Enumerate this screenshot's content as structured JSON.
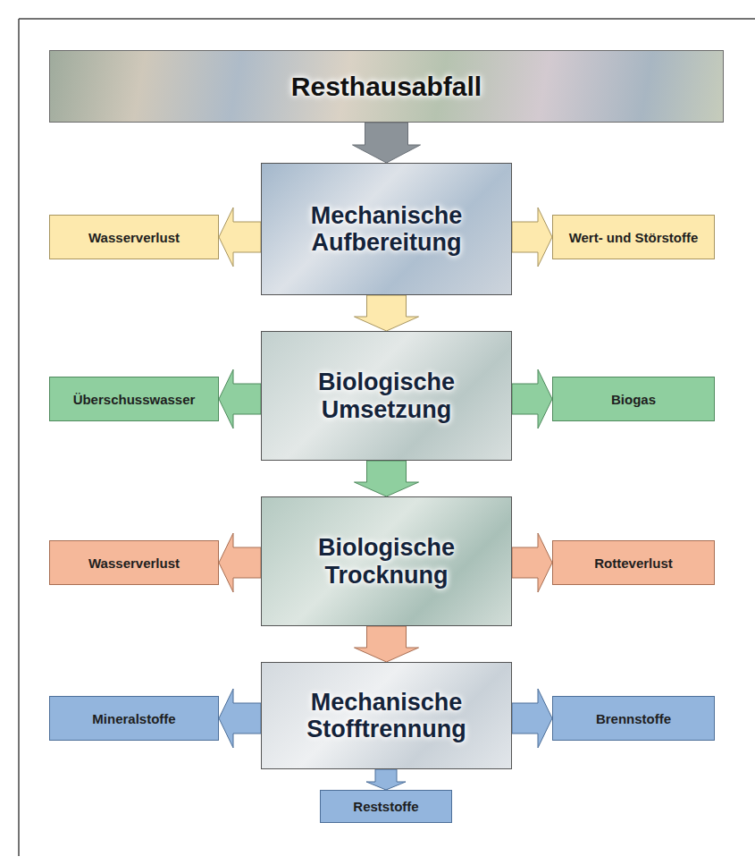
{
  "diagram": {
    "nodes": [
      {
        "text": [
          "Resthausabfall"
        ]
      },
      {
        "text": [
          "Mechanische Aufbereitung"
        ]
      },
      {
        "text": [
          "Wasserverlust"
        ]
      },
      {
        "text": [
          "Wert- und Störstoffe"
        ]
      },
      {
        "text": [
          "Biologische Umsetzung"
        ]
      },
      {
        "text": [
          "Überschusswasser"
        ]
      },
      {
        "text": [
          "Biogas"
        ]
      },
      {
        "text": [
          "Biologische Trocknung"
        ]
      },
      {
        "text": [
          "Wasserverlust"
        ]
      },
      {
        "text": [
          "Rotteverlust"
        ]
      },
      {
        "text": [
          "Mechanische Stofftrennung"
        ]
      },
      {
        "text": [
          "Mineralstoffe"
        ]
      },
      {
        "text": [
          "Brennstoffe"
        ]
      },
      {
        "text": [
          "Reststoffe"
        ]
      }
    ],
    "edges": [
      {
        "from": 0,
        "to": 1,
        "arrow": "to"
      },
      {
        "from": 1,
        "to": 2,
        "arrow": "to"
      },
      {
        "from": 1,
        "to": 3,
        "arrow": "to"
      },
      {
        "from": 1,
        "to": 4,
        "arrow": "to"
      },
      {
        "from": 4,
        "to": 5,
        "arrow": "to"
      },
      {
        "from": 4,
        "to": 6,
        "arrow": "to"
      },
      {
        "from": 4,
        "to": 7,
        "arrow": "to"
      },
      {
        "from": 7,
        "to": 8,
        "arrow": "to"
      },
      {
        "from": 7,
        "to": 9,
        "arrow": "to"
      },
      {
        "from": 7,
        "to": 10,
        "arrow": "to"
      },
      {
        "from": 10,
        "to": 11,
        "arrow": "to"
      },
      {
        "from": 10,
        "to": 12,
        "arrow": "to"
      },
      {
        "from": 10,
        "to": 13,
        "arrow": "to"
      }
    ]
  }
}
